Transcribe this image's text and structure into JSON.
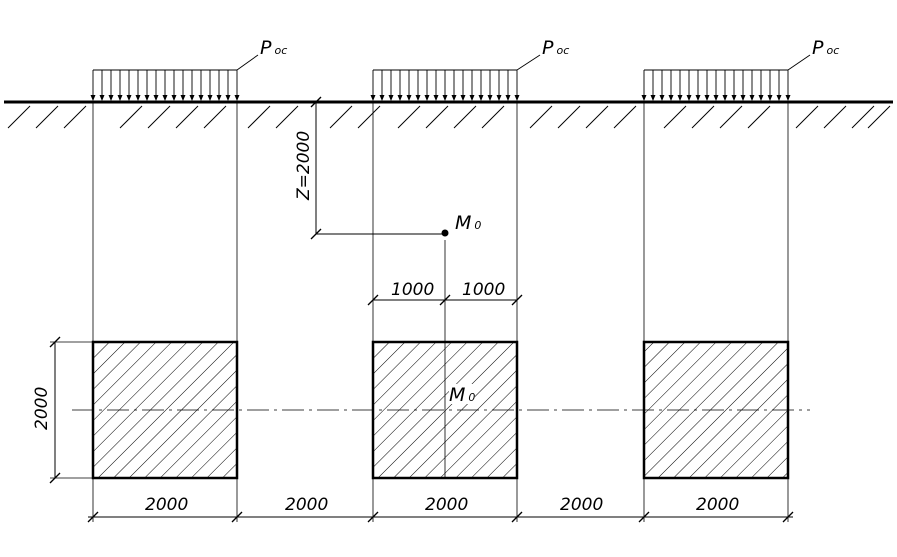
{
  "loads": [
    {
      "symbol": "P",
      "subscript": "ос"
    },
    {
      "symbol": "P",
      "subscript": "ос"
    },
    {
      "symbol": "P",
      "subscript": "ос"
    }
  ],
  "depth_label": "Z=2000",
  "point": {
    "symbol": "M",
    "subscript": "0"
  },
  "plan_point": {
    "symbol": "M",
    "subscript": "0"
  },
  "half_widths": [
    "1000",
    "1000"
  ],
  "plan_height": "2000",
  "bottom_dims": [
    "2000",
    "2000",
    "2000",
    "2000",
    "2000"
  ]
}
